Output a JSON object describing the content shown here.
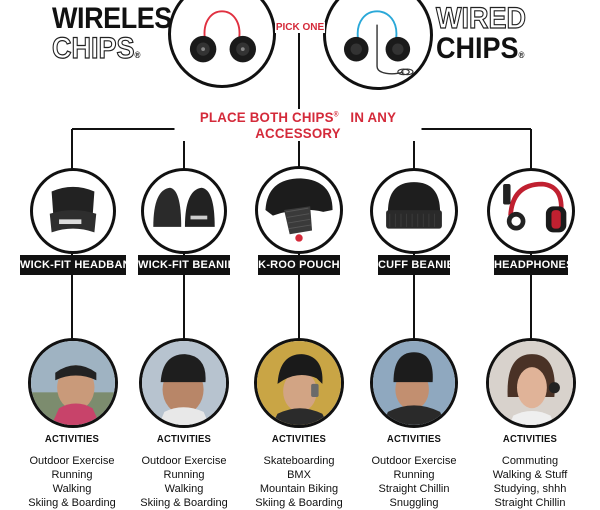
{
  "brands": {
    "wireless": {
      "line1": "WIRELESS",
      "line2": "CHIPS",
      "reg": "®"
    },
    "wired": {
      "line1": "WIRED",
      "line2": "CHIPS",
      "reg": "®"
    }
  },
  "pick_label": "PICK ONE",
  "place_label": {
    "part1": "PLACE BOTH CHIPS",
    "reg": "®",
    "part2": "IN ANY ACCESSORY"
  },
  "colors": {
    "accent": "#d42a3a",
    "line": "#111111",
    "wired_cable": "#2aa8d8",
    "wireless_cable": "#e03040"
  },
  "accessories": [
    {
      "name": "WICK-FIT HEADBAND",
      "icon": "headband-icon",
      "activities_title": "ACTIVITIES",
      "activities": [
        "Outdoor Exercise",
        "Running",
        "Walking",
        "Skiing & Boarding"
      ]
    },
    {
      "name": "WICK-FIT BEANIE",
      "icon": "beanie-earflaps-icon",
      "activities_title": "ACTIVITIES",
      "activities": [
        "Outdoor Exercise",
        "Running",
        "Walking",
        "Skiing & Boarding"
      ]
    },
    {
      "name": "K-ROO POUCH",
      "icon": "helmet-pouch-icon",
      "activities_title": "ACTIVITIES",
      "activities": [
        "Skateboarding",
        "BMX",
        "Mountain Biking",
        "Skiing & Boarding"
      ]
    },
    {
      "name": "CUFF BEANIE",
      "icon": "cuff-beanie-icon",
      "activities_title": "ACTIVITIES",
      "activities": [
        "Outdoor Exercise",
        "Running",
        "Straight Chillin",
        "Snuggling"
      ]
    },
    {
      "name": "HEADPHONES",
      "icon": "headphones-icon",
      "activities_title": "ACTIVITIES",
      "activities": [
        "Commuting",
        "Walking & Stuff",
        "Studying, shhh",
        "Straight Chillin"
      ]
    }
  ]
}
